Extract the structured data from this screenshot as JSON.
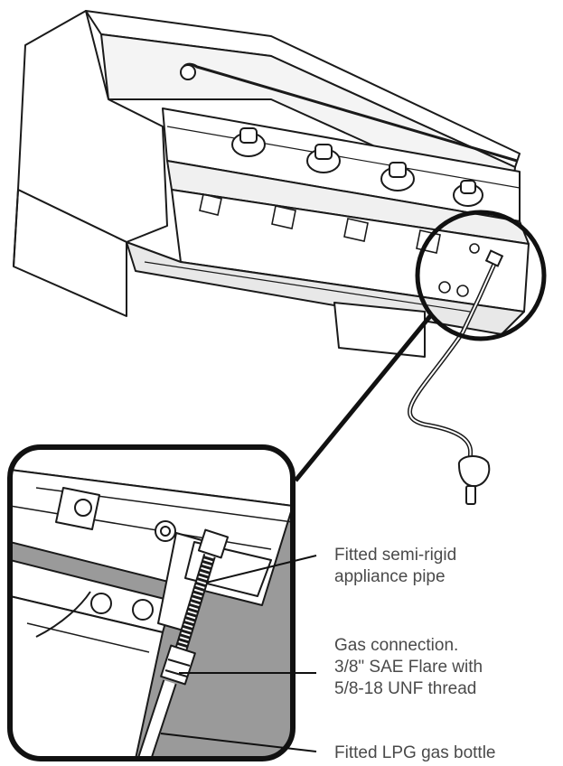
{
  "labels": {
    "pipe_line1": "Fitted semi-rigid",
    "pipe_line2": "appliance pipe",
    "gas_line1": "Gas connection.",
    "gas_line2": "3/8\" SAE Flare with",
    "gas_line3": "5/8-18 UNF thread",
    "bottle_line1": "Fitted LPG gas bottle"
  },
  "colors": {
    "ink": "#1a1a1a",
    "label_text": "#4a4a4a",
    "zoom_background": "#9a9a9a"
  }
}
